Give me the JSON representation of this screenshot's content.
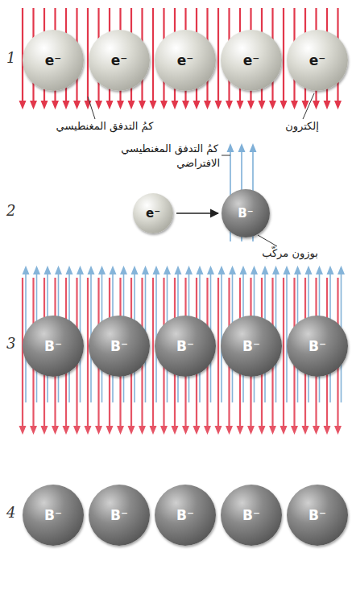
{
  "diagram": {
    "nodes": [
      {
        "text": [
          "e⁻"
        ]
      },
      {
        "text": [
          "e⁻"
        ]
      },
      {
        "text": [
          "e⁻"
        ]
      },
      {
        "text": [
          "e⁻"
        ]
      },
      {
        "text": [
          "e⁻"
        ]
      },
      {
        "text": [
          "e⁻"
        ]
      },
      {
        "text": [
          "B⁻"
        ]
      },
      {
        "text": [
          "B⁻"
        ]
      },
      {
        "text": [
          "B⁻"
        ]
      },
      {
        "text": [
          "B⁻"
        ]
      },
      {
        "text": [
          "B⁻"
        ]
      },
      {
        "text": [
          "B⁻"
        ]
      },
      {
        "text": [
          "B⁻"
        ]
      },
      {
        "text": [
          "B⁻"
        ]
      },
      {
        "text": [
          "B⁻"
        ]
      },
      {
        "text": [
          "B⁻"
        ]
      },
      {
        "text": [
          "B⁻"
        ]
      }
    ],
    "edges": [
      {
        "from": 5,
        "to": 6,
        "arrow": "to"
      }
    ],
    "labels": [
      "1",
      "كمُ التدفق المغنطيسي",
      "إلكترون",
      "2",
      "كمُ التدفق المغنطيسي الافتراضي",
      "بوزون مركّب",
      "3",
      "4"
    ]
  }
}
